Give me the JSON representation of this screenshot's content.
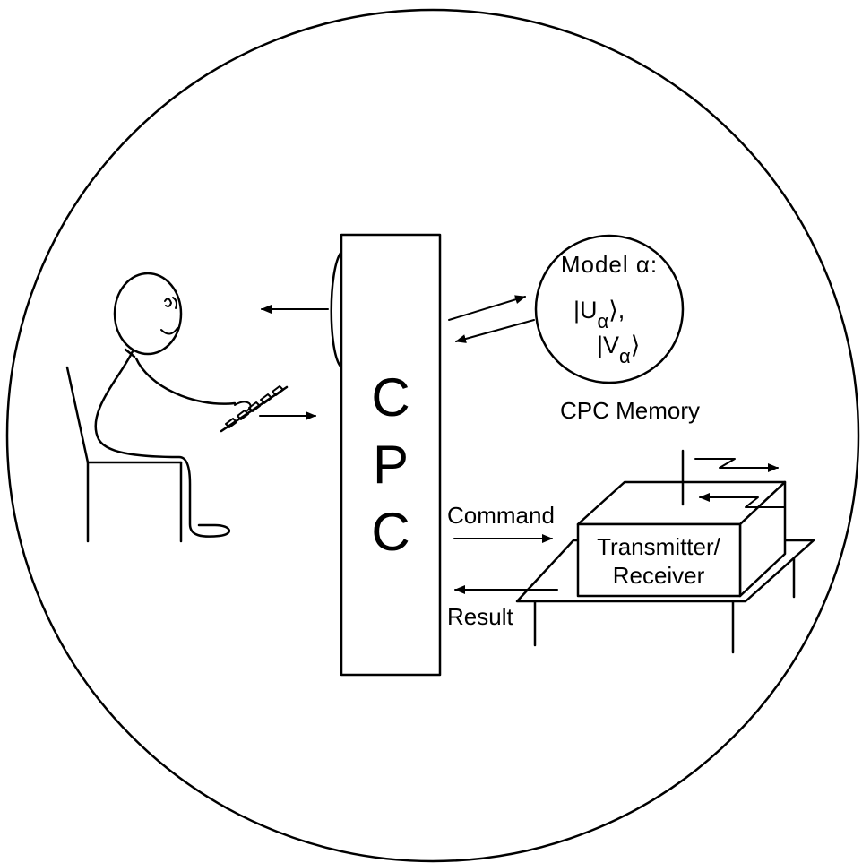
{
  "cpc": {
    "letters": [
      "C",
      "P",
      "C"
    ]
  },
  "memory": {
    "model_label": "Model α:",
    "state_u": "|U",
    "state_u_sub": "α",
    "state_u_close": "⟩,",
    "state_v": "|V",
    "state_v_sub": "α",
    "state_v_close": "⟩",
    "caption": "CPC Memory"
  },
  "device": {
    "label_line1": "Transmitter/",
    "label_line2": "Receiver"
  },
  "arrows": {
    "command_label": "Command",
    "result_label": "Result"
  },
  "icons": [
    "person-figure",
    "chair",
    "keyboard",
    "antenna",
    "lightning-arrow-icon",
    "arrow-icon"
  ],
  "colors": {
    "ink": "#000000",
    "paper": "#ffffff"
  }
}
